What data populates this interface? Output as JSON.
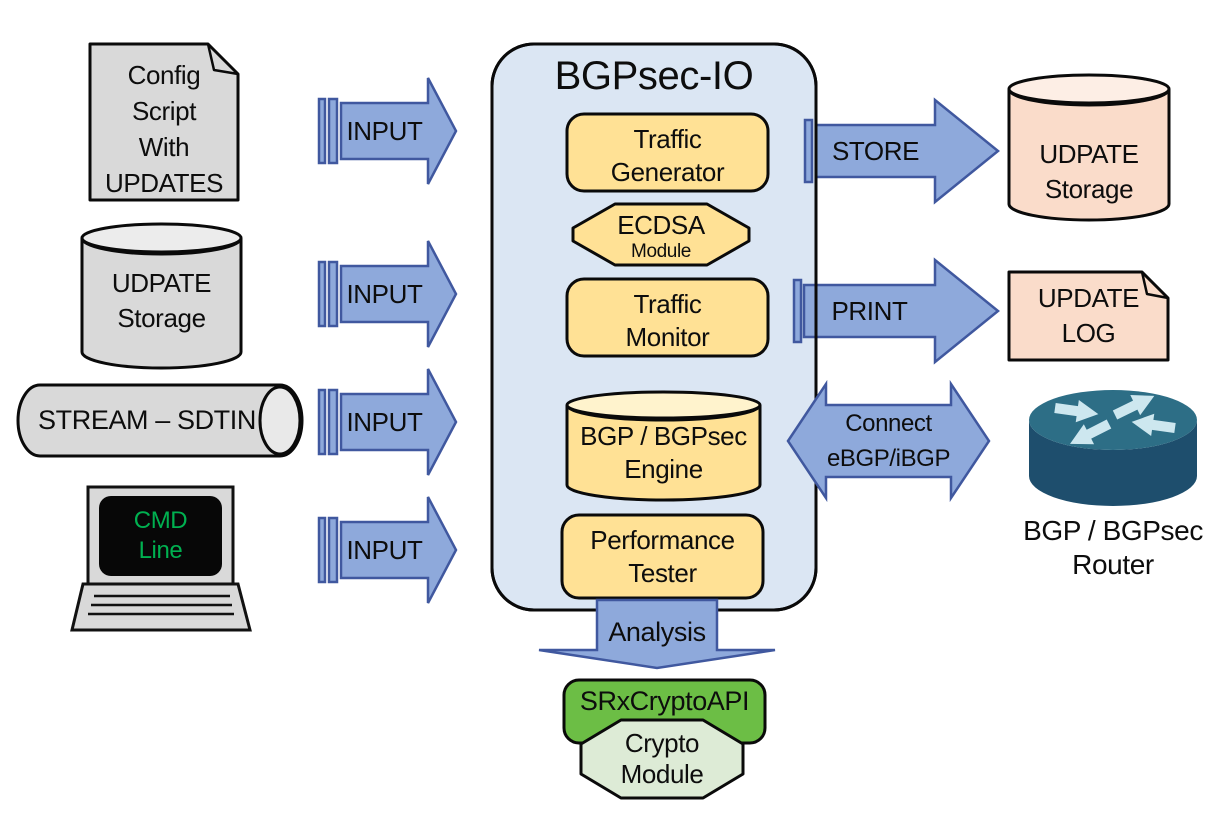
{
  "d": {
    "title": "BGPsec-IO",
    "left": {
      "config": [
        "Config",
        "Script",
        "With",
        "UPDATES"
      ],
      "storage": [
        "UDPATE",
        "Storage"
      ],
      "stream": "STREAM – SDTIN",
      "cmd": [
        "CMD",
        "Line"
      ]
    },
    "arrows": {
      "inputs": [
        "INPUT",
        "INPUT",
        "INPUT",
        "INPUT"
      ],
      "store": "STORE",
      "print": "PRINT",
      "connect": [
        "Connect",
        "eBGP/iBGP"
      ],
      "analysis": "Analysis"
    },
    "core": {
      "generator": [
        "Traffic",
        "Generator"
      ],
      "ecdsa": [
        "ECDSA",
        "Module"
      ],
      "monitor": [
        "Traffic",
        "Monitor"
      ],
      "engine": [
        "BGP / BGPsec",
        "Engine"
      ],
      "tester": [
        "Performance",
        "Tester"
      ]
    },
    "right": {
      "storage": [
        "UDPATE",
        "Storage"
      ],
      "log": [
        "UPDATE",
        "LOG"
      ],
      "router": [
        "BGP / BGPsec",
        "Router"
      ]
    },
    "bottom": {
      "api": "SRxCryptoAPI",
      "crypto": [
        "Crypto",
        "Module"
      ]
    },
    "colors": {
      "arrow_fill": "#8ea9db",
      "arrow_stroke": "#40589f",
      "container_fill": "#dbe6f3",
      "module_yellow": "#ffe195",
      "module_yellow_top": "#fff3cd",
      "input_gray": "#d9d9d9",
      "input_gray_top": "#ececec",
      "output_pink": "#fadcca",
      "output_pink_top": "#fdeee5",
      "api_green": "#6cbe45",
      "crypto_green": "#ddebd6",
      "router_top": "#2d6e86",
      "router_body": "#1e4e6d",
      "router_arrows": "#cde7ef",
      "terminal_text": "#00b050",
      "outline": "#0a0a0a"
    }
  }
}
